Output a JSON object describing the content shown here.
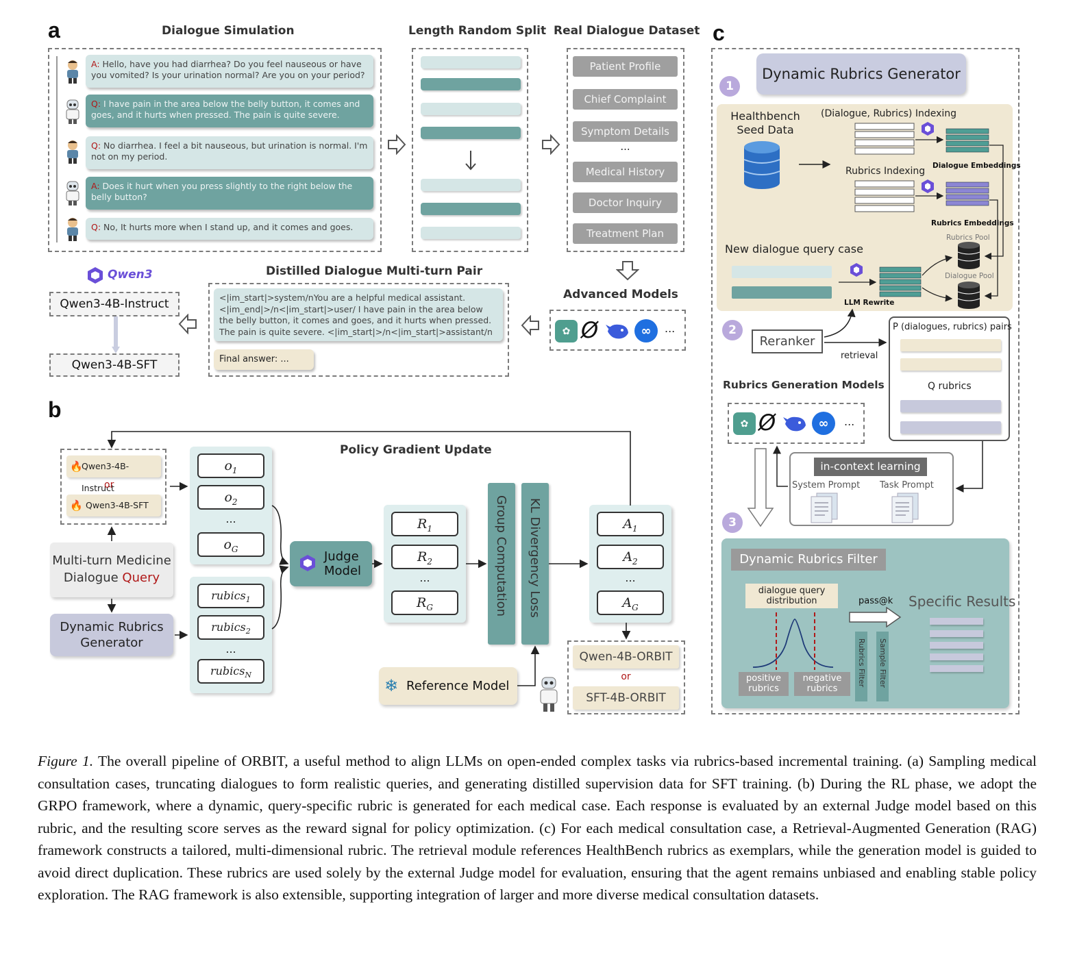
{
  "panels": {
    "a": "a",
    "b": "b",
    "c": "c"
  },
  "panel_a": {
    "dialogue_simulation": {
      "title": "Dialogue Simulation",
      "turns": [
        {
          "speaker": "A:",
          "text": "Hello, have you had diarrhea? Do you feel nauseous or have you vomited? Is your urination normal? Are you on your period?"
        },
        {
          "speaker": "Q:",
          "text": "I have pain in the area below the belly button, it comes and goes, and it hurts when pressed. The pain is quite severe."
        },
        {
          "speaker": "Q:",
          "text": "No diarrhea. I feel a bit nauseous, but urination is normal. I'm not on my period."
        },
        {
          "speaker": "A:",
          "text": "Does it hurt when you press slightly to the right below the belly button?"
        },
        {
          "speaker": "Q:",
          "text": "No, It hurts more when I stand up, and it comes and goes."
        }
      ]
    },
    "length_split": {
      "title": "Length Random Split"
    },
    "real_dataset": {
      "title": "Real Dialogue Dataset",
      "items": [
        "Patient Profile",
        "Chief Complaint",
        "Symptom Details",
        "...",
        "Medical History",
        "Doctor Inquiry",
        "Treatment Plan"
      ]
    },
    "advanced_models": {
      "title": "Advanced Models",
      "more": "..."
    },
    "distilled": {
      "title": "Distilled Dialogue Multi-turn Pair",
      "text": "<|im_start|>system/nYou are a helpful medical assistant. <|im_end|>/n<|im_start|>user/ I have pain in the area below the belly button, it comes and goes, and it hurts when pressed. The pain is quite severe. <|im_start|>/n<|im_start|>assistant/n",
      "answer": "Final answer: ..."
    },
    "qwen_logo": "Qwen3",
    "qwen_instruct": "Qwen3-4B-Instruct",
    "qwen_sft": "Qwen3-4B-SFT"
  },
  "panel_b": {
    "policy_update": "Policy Gradient Update",
    "policy_instruct": "Qwen3-4B-Instruct",
    "or": "or",
    "policy_sft": "Qwen3-4B-SFT",
    "query": {
      "text": "Multi-turn Medicine Dialogue",
      "highlight": "Query"
    },
    "generator": "Dynamic Rubrics Generator",
    "outputs": {
      "o1": "o",
      "o1_sub": "1",
      "o2": "o",
      "o2_sub": "2",
      "dots": "...",
      "oG": "o",
      "oG_sub": "G"
    },
    "rubrics": {
      "r": "rubics",
      "sub1": "1",
      "sub2": "2",
      "subN": "N",
      "dots": "..."
    },
    "judge": "Judge Model",
    "rewards": {
      "R": "R",
      "sub1": "1",
      "sub2": "2",
      "subG": "G",
      "dots": "..."
    },
    "group": "Group Computation",
    "kl": "KL Divergency Loss",
    "advantages": {
      "A": "A",
      "sub1": "1",
      "sub2": "2",
      "subG": "G",
      "dots": "..."
    },
    "reference": "Reference Model",
    "orbit1": "Qwen-4B-ORBIT",
    "orbit_or": "or",
    "orbit2": "SFT-4B-ORBIT"
  },
  "panel_c": {
    "step1": "1",
    "step2": "2",
    "step3": "3",
    "generator_title": "Dynamic Rubrics Generator",
    "seed": "Healthbench Seed Data",
    "dr_index": "(Dialogue, Rubrics) Indexing",
    "dialogue_emb": "Dialogue Embeddings",
    "rubrics_index": "Rubrics Indexing",
    "rubrics_emb": "Rubrics Embeddings",
    "rubrics_pool": "Rubrics Pool",
    "dialogue_pool": "Dialogue Pool",
    "new_query": "New dialogue query case",
    "llm_rewrite": "LLM Rewrite",
    "reranker": "Reranker",
    "retrieval": "retrieval",
    "pairs": "P (dialogues, rubrics) pairs",
    "q_rubrics": "Q rubrics",
    "gen_models": "Rubrics Generation Models",
    "more": "...",
    "icl": "in-context learning",
    "system_prompt": "System Prompt",
    "task_prompt": "Task Prompt",
    "filter_title": "Dynamic Rubrics Filter",
    "distribution": "dialogue query distribution",
    "pass": "pass@k",
    "specific": "Specific Results",
    "positive": "positive rubrics",
    "negative": "negative rubrics",
    "rubrics_filter": "Rubrics Filter",
    "sample_filter": "Sample Filter"
  },
  "caption": {
    "label": "Figure 1.",
    "text": " The overall pipeline of ORBIT, a useful method to align LLMs on open-ended complex tasks via rubrics-based incremental training. (a) Sampling medical consultation cases, truncating dialogues to form realistic queries, and generating distilled supervision data for SFT training. (b) During the RL phase, we adopt the GRPO framework, where a dynamic, query-specific rubric is generated for each medical case. Each response is evaluated by an external Judge model based on this rubric, and the resulting score serves as the reward signal for policy optimization. (c) For each medical consultation case, a Retrieval-Augmented Generation (RAG) framework constructs a tailored, multi-dimensional rubric. The retrieval module references HealthBench rubrics as exemplars, while the generation model is guided to avoid direct duplication. These rubrics are used solely by the external Judge model for evaluation, ensuring that the agent remains unbiased and enabling stable policy exploration. The RAG framework is also extensible, supporting integration of larger and more diverse medical consultation datasets."
  },
  "colors": {
    "teal_dark": "#6fa3a0",
    "teal_light": "#d5e6e6",
    "beige": "#f0e8d3",
    "purple": "#b9a9dc",
    "red": "#b01818"
  }
}
